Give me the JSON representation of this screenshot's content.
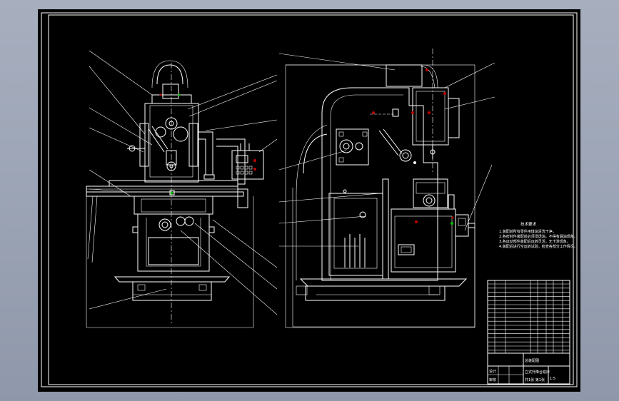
{
  "drawing": {
    "title": "Milling machine general assembly drawing",
    "tech_requirements_title": "技术要求",
    "tech_requirements_lines": [
      "1.装配前所有零件用煤油清洗干净。",
      "2.各密封件装配前必须浸透油，不得有漏油现象。",
      "3.各运动部件装配后运转灵活，无卡滞现象。",
      "4.装配后进行空运转试验，检查各部分工作情况。"
    ],
    "title_block": {
      "drawing_name": "立式升降台铣床",
      "material_label": "总装配图",
      "scale_label": "1:5",
      "sheet_label": "共1张 第1张",
      "designer_label": "设计",
      "checker_label": "审核"
    },
    "view_labels": {
      "left_view_mark": "",
      "right_view_mark": ""
    }
  }
}
